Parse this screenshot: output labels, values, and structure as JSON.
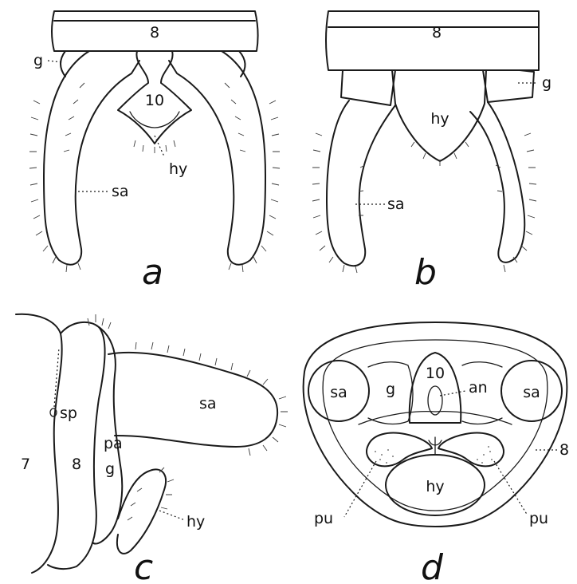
{
  "panels": {
    "a": {
      "caption": "a",
      "labels": {
        "seg8": "8",
        "g": "g",
        "seg10": "10",
        "hy": "hy",
        "sa": "sa"
      }
    },
    "b": {
      "caption": "b",
      "labels": {
        "seg8": "8",
        "g": "g",
        "hy": "hy",
        "sa": "sa"
      }
    },
    "c": {
      "caption": "c",
      "labels": {
        "seg7": "7",
        "seg8": "8",
        "sp": "sp",
        "pa": "pa",
        "g": "g",
        "sa": "sa",
        "hy": "hy"
      }
    },
    "d": {
      "caption": "d",
      "labels": {
        "sa_left": "sa",
        "g": "g",
        "seg10": "10",
        "an": "an",
        "sa_right": "sa",
        "seg8": "8",
        "pu_left": "pu",
        "pu_right": "pu",
        "hy": "hy"
      }
    }
  }
}
